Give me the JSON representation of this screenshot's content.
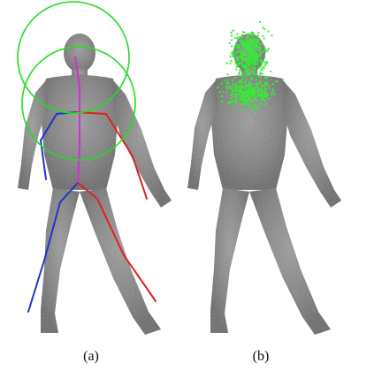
{
  "figure": {
    "panels": [
      {
        "caption": "(a)",
        "overlay": "skeleton-with-circles"
      },
      {
        "caption": "(b)",
        "overlay": "point-cloud-head"
      }
    ]
  },
  "colors": {
    "background": "#ffffff",
    "body_fill": "#7c7c7c",
    "body_dark": "#5a5a5a",
    "body_light": "#b0b0b0",
    "circle": "#22dd22",
    "points": "#33ee33",
    "spine": "#cc33cc",
    "left_chain": "#2233cc",
    "right_chain": "#dd2222"
  }
}
